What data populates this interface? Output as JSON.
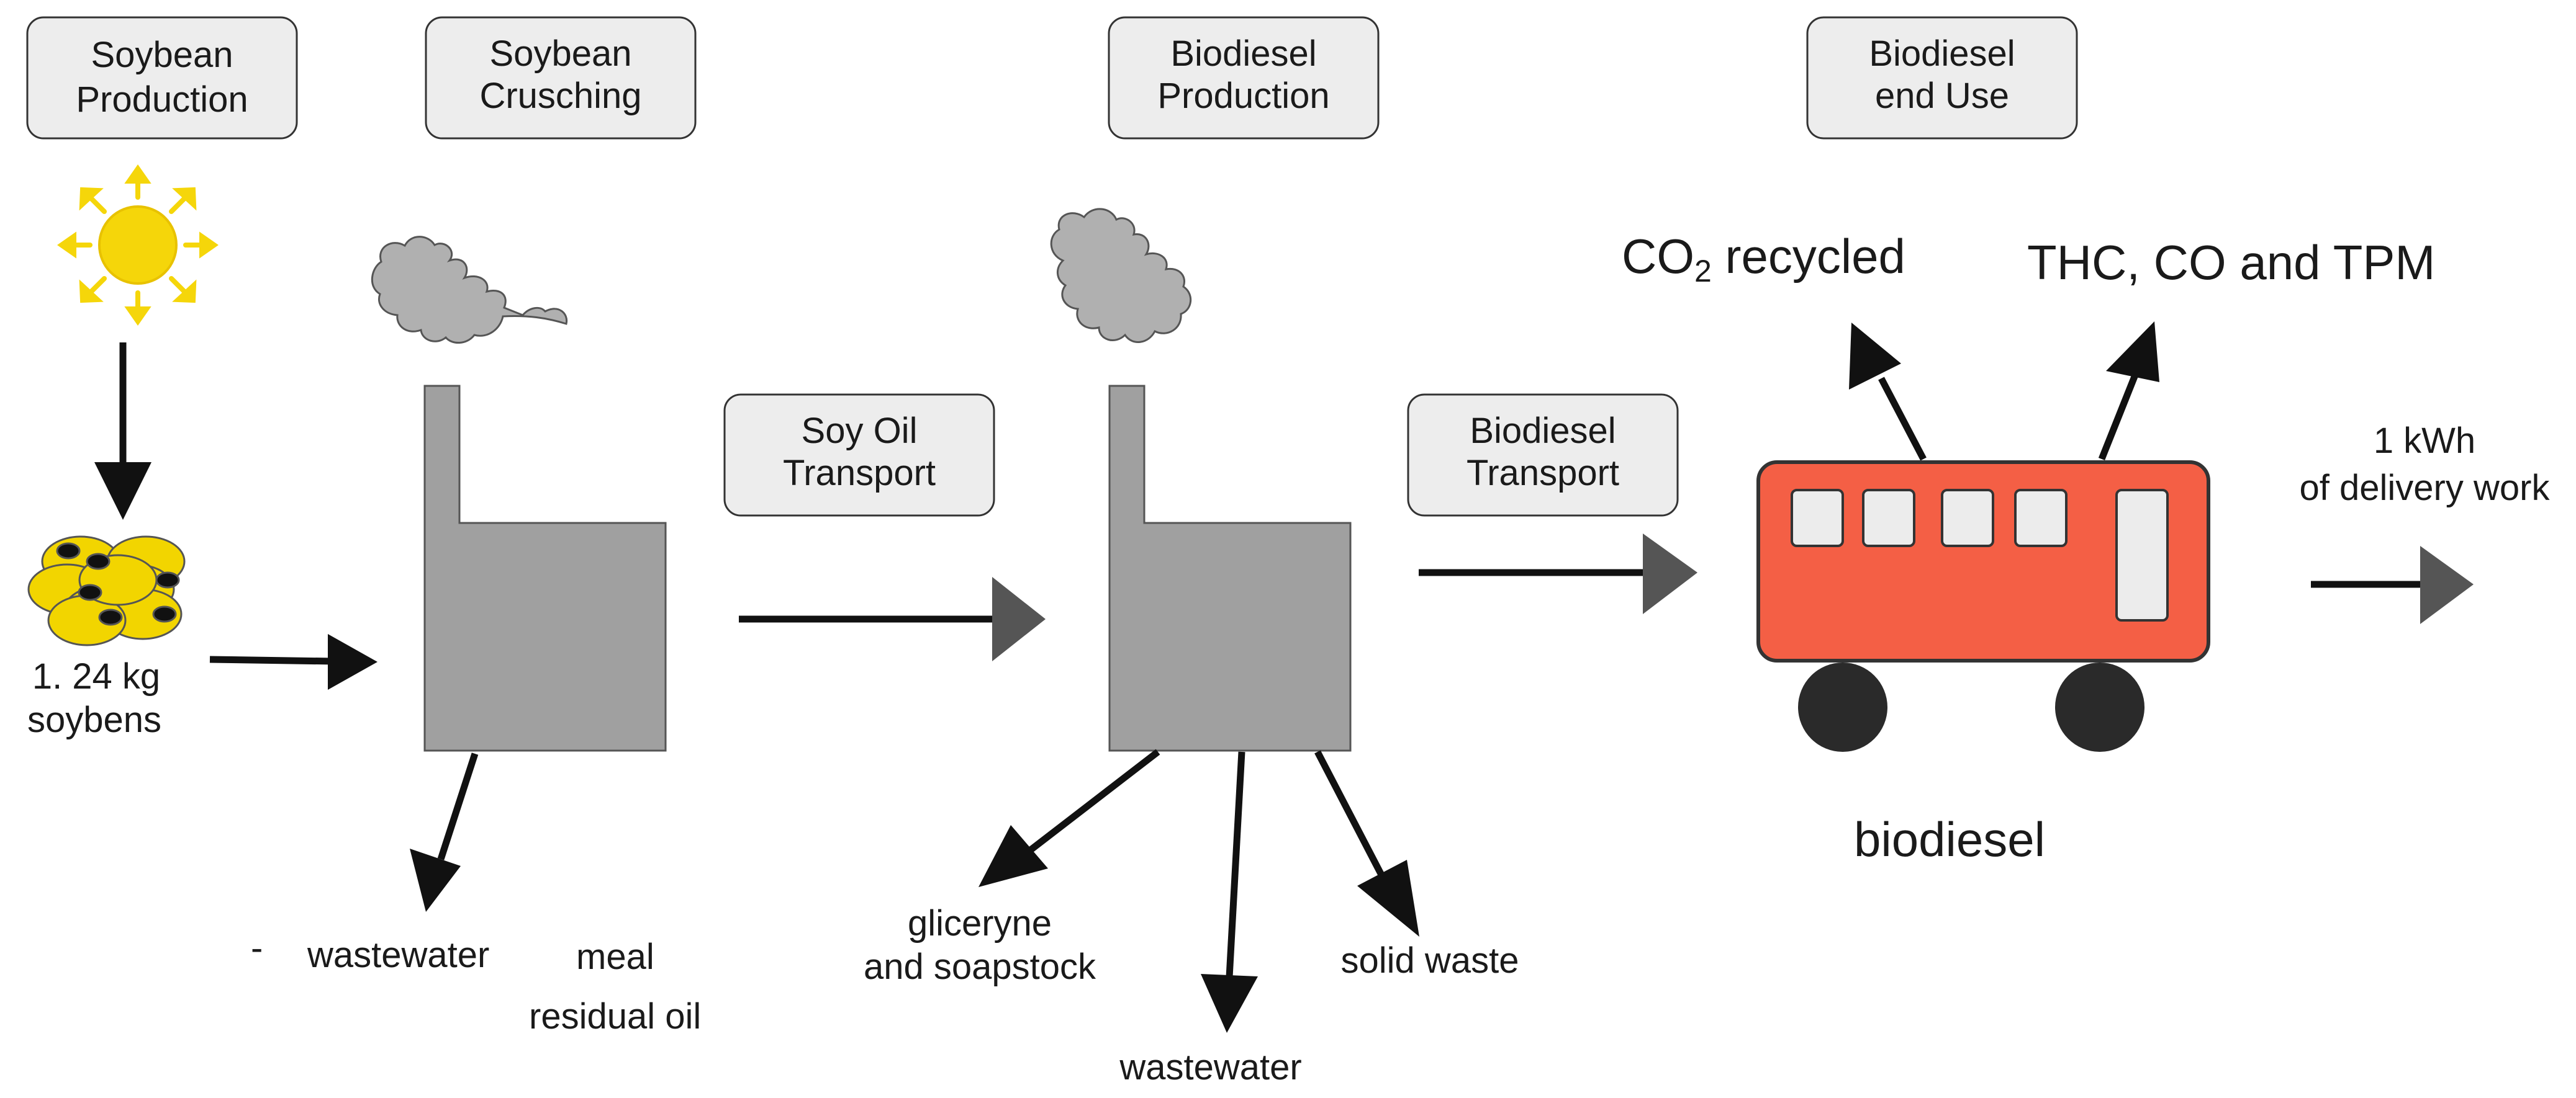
{
  "stages": [
    {
      "line1": "Soybean",
      "line2": "Production"
    },
    {
      "line1": "Soybean",
      "line2": "Crusching"
    },
    {
      "line1": "Biodiesel",
      "line2": "Production"
    },
    {
      "line1": "Biodiesel",
      "line2": "end Use"
    }
  ],
  "transports": [
    {
      "line1": "Soy Oil",
      "line2": "Transport"
    },
    {
      "line1": "Biodiesel",
      "line2": "Transport"
    }
  ],
  "input": {
    "line1": "1. 24 kg",
    "line2": "soybens"
  },
  "crushing_outputs": {
    "dash": "-",
    "wastewater": "wastewater",
    "meal": "meal",
    "residual_oil": "residual oil"
  },
  "production_outputs": {
    "glycerine_line1": "gliceryne",
    "glycerine_line2": "and soapstock",
    "wastewater": "wastewater",
    "solid_waste": "solid waste"
  },
  "end_use": {
    "co2_prefix": "CO",
    "co2_sub": "2",
    "co2_suffix": " recycled",
    "emissions": "THC, CO and TPM",
    "fuel": "biodiesel",
    "output_line1": "1 kWh",
    "output_line2": "of delivery work"
  },
  "colors": {
    "sun": "#f5d60a",
    "soybean": "#f2d500",
    "bus_body": "#f45f45",
    "factory": "#a0a0a0",
    "stage_box": "#ededed"
  }
}
